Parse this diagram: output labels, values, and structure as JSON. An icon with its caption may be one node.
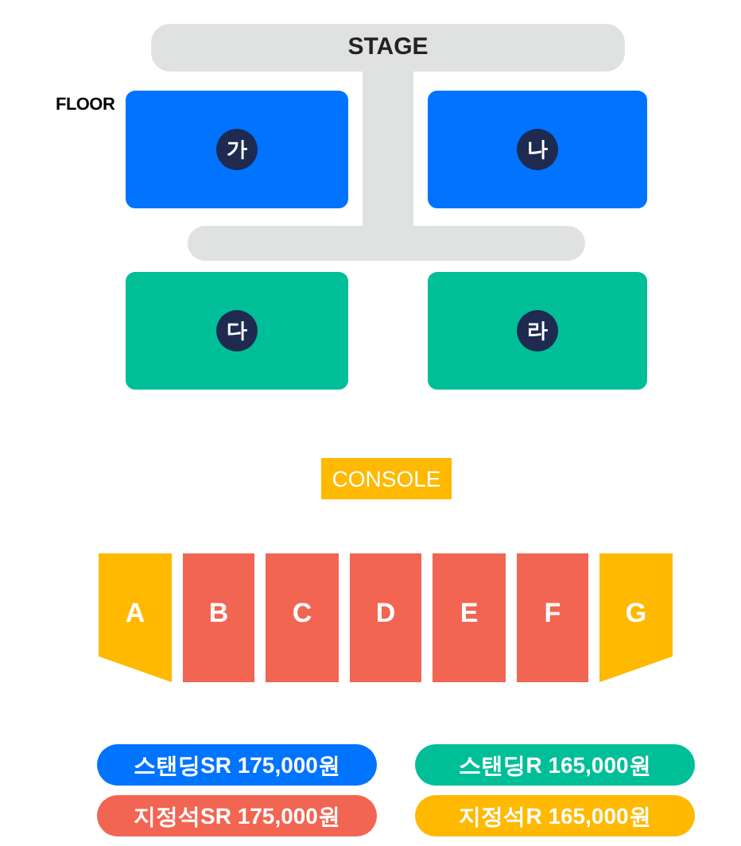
{
  "diagram": {
    "nodes": [
      {
        "text": [
          "STAGE"
        ]
      },
      {
        "text": [
          "가"
        ]
      },
      {
        "text": [
          "나"
        ]
      },
      {
        "text": [
          "다"
        ]
      },
      {
        "text": [
          "라"
        ]
      },
      {
        "text": [
          "CONSOLE"
        ]
      },
      {
        "text": [
          "A"
        ]
      },
      {
        "text": [
          "B"
        ]
      },
      {
        "text": [
          "C"
        ]
      },
      {
        "text": [
          "D"
        ]
      },
      {
        "text": [
          "E"
        ]
      },
      {
        "text": [
          "F"
        ]
      },
      {
        "text": [
          "G"
        ]
      }
    ],
    "labels": [
      "FLOOR"
    ],
    "legend": [
      {
        "text": "스탠딩SR 175,000원",
        "color": "#0073ff"
      },
      {
        "text": "스탠딩R 165,000원",
        "color": "#00bf98"
      },
      {
        "text": "지정석SR 175,000원",
        "color": "#f26552"
      },
      {
        "text": "지정석R 165,000원",
        "color": "#ffb900"
      }
    ]
  }
}
